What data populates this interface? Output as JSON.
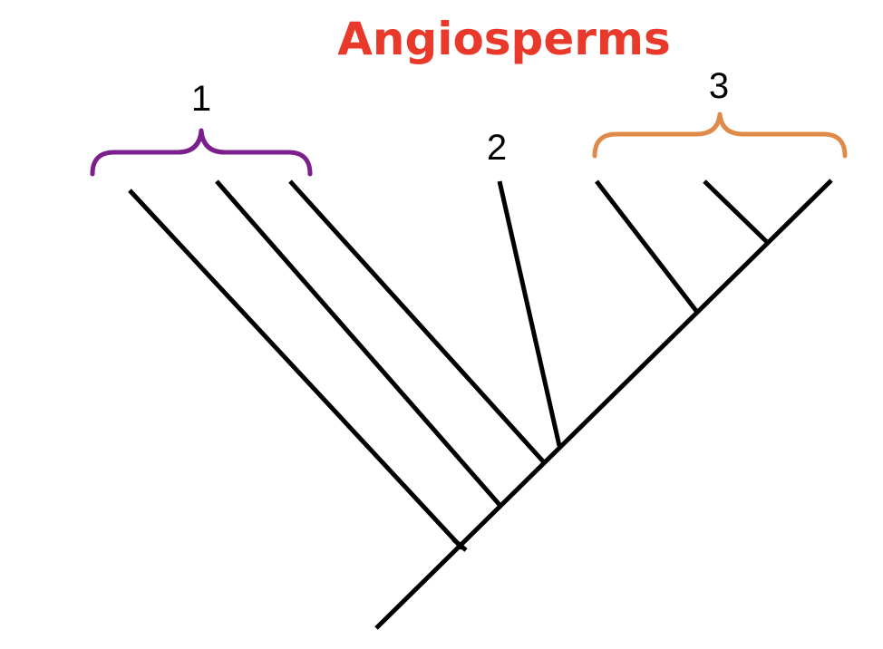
{
  "title": "Angiosperms",
  "colors": {
    "title": "#e8392a",
    "line": "#000000",
    "group_1": "#7a1f8c",
    "group_3": "#e08a4a"
  },
  "groups": [
    {
      "label": "1",
      "color_key": "group_1",
      "icon": "curly-brace-icon"
    },
    {
      "label": "2"
    },
    {
      "label": "3",
      "color_key": "group_3",
      "icon": "curly-brace-icon"
    }
  ]
}
